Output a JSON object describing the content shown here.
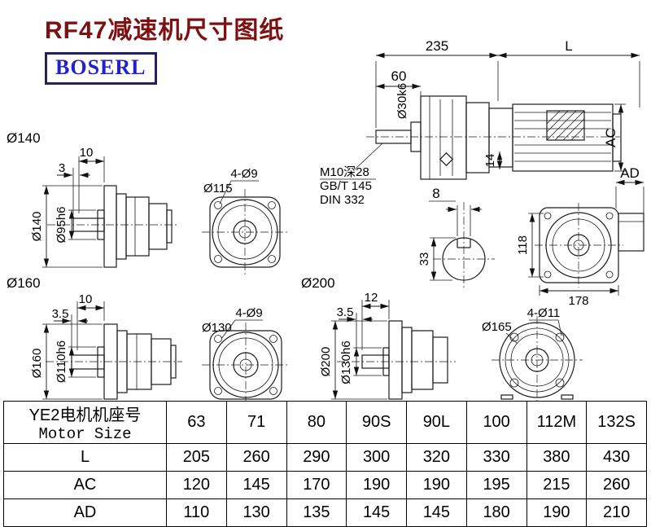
{
  "page": {
    "title": "RF47减速机尺寸图纸",
    "logo": "BOSERL"
  },
  "colors": {
    "title": "#7d1010",
    "logo_text": "#2222cc",
    "logo_border": "#23235f",
    "line": "#1a1a1a"
  },
  "dims": {
    "n235": "235",
    "L": "L",
    "n60": "60",
    "o30k6": "Ø30k6",
    "AC": "AC",
    "AD": "AD",
    "n14": "14",
    "m10": "M10深28",
    "gbt145": "GB/T 145",
    "din332": "DIN 332",
    "n8": "8",
    "n33": "33",
    "n118": "118",
    "n178": "178",
    "o140": "Ø140",
    "n10": "10",
    "n3": "3",
    "o95h6": "Ø95h6",
    "b4o9": "4-Ø9",
    "o115": "Ø115",
    "o160": "Ø160",
    "n35": "3.5",
    "o110h6": "Ø110h6",
    "o130": "Ø130",
    "o200": "Ø200",
    "n12": "12",
    "o130h6": "Ø130h6",
    "o165": "Ø165",
    "b4o11": "4-Ø11"
  },
  "table": {
    "motor_label_cn": "YE2电机机座号",
    "motor_label_en": "Motor Size",
    "sizes": [
      "63",
      "71",
      "80",
      "90S",
      "90L",
      "100",
      "112M",
      "132S"
    ],
    "rows": [
      {
        "label": "L",
        "values": [
          "205",
          "260",
          "290",
          "300",
          "320",
          "330",
          "380",
          "430"
        ]
      },
      {
        "label": "AC",
        "values": [
          "120",
          "145",
          "170",
          "190",
          "190",
          "195",
          "215",
          "260"
        ]
      },
      {
        "label": "AD",
        "values": [
          "110",
          "130",
          "135",
          "145",
          "145",
          "180",
          "190",
          "210"
        ]
      }
    ]
  }
}
